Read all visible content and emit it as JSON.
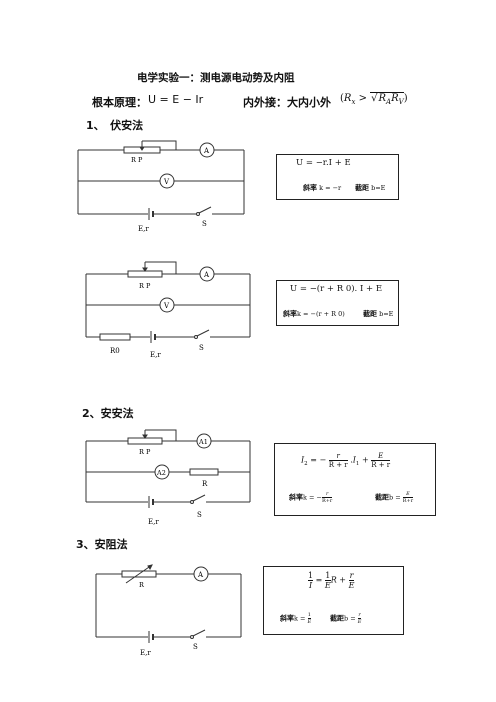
{
  "title": "电学实验一：测电源电动势及内阻",
  "principle": {
    "label": "根本原理：",
    "formula": "U = E − Ir",
    "inout_label": "内外接：大内小外",
    "inout_formula": "(R x > √(R A R V))"
  },
  "sections": {
    "s1": "1、　伏安法",
    "s2": "2、安安法",
    "s3": "3、安阻法"
  },
  "circuit1": {
    "rp": "R P",
    "a": "A",
    "v": "V",
    "er": "E,r",
    "s": "S"
  },
  "box1": {
    "eq": "U = −r.I + E",
    "slope_label": "斜率",
    "slope": "k = −r",
    "intercept_label": "截距",
    "intercept": "b=E"
  },
  "circuit2": {
    "rp": "R P",
    "a": "A",
    "v": "V",
    "r0": "R0",
    "er": "E,r",
    "s": "S"
  },
  "box2": {
    "eq": "U = −(r + R 0). I + E",
    "slope_label": "斜率",
    "slope": "k = −(r + R 0)",
    "intercept_label": "截距",
    "intercept": "b=E"
  },
  "circuit3": {
    "rp": "R P",
    "a1": "A1",
    "a2": "A2",
    "r": "R",
    "er": "E,r",
    "s": "S"
  },
  "box3": {
    "eq": "I 2 = − r/(R+r) . I 1 + E/(R+r)",
    "slope_label": "斜率",
    "slope": "k = − r/(R+r)",
    "intercept_label": "截距",
    "intercept": "b = E/(R+r)"
  },
  "circuit4": {
    "r": "R",
    "a": "A",
    "er": "E,r",
    "s": "S"
  },
  "box4": {
    "eq": "1/I = 1/E R + r/E",
    "slope_label": "斜率",
    "slope": "k = 1/E",
    "intercept_label": "截距",
    "intercept": "b = r/E"
  }
}
